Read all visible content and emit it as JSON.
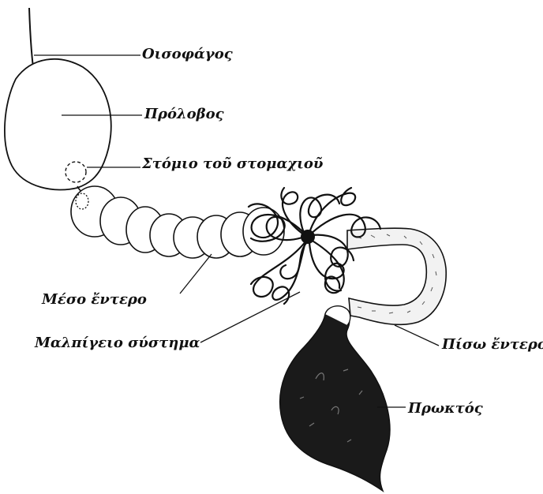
{
  "diagram": {
    "labels": {
      "oesophagus": "Οισοφάγος",
      "crop": "Πρόλοβος",
      "stomodeum": "Στόμιο τοῦ στομαχιοῦ",
      "midgut": "Μέσο ἔντερο",
      "malpighian": "Μαλπίγειο σύστημα",
      "hindgut": "Πίσω ἔντερο",
      "rectum": "Πρωκτός"
    },
    "colors": {
      "ink": "#111111",
      "paper": "#ffffff",
      "rectum_fill": "#1a1a1a"
    }
  }
}
